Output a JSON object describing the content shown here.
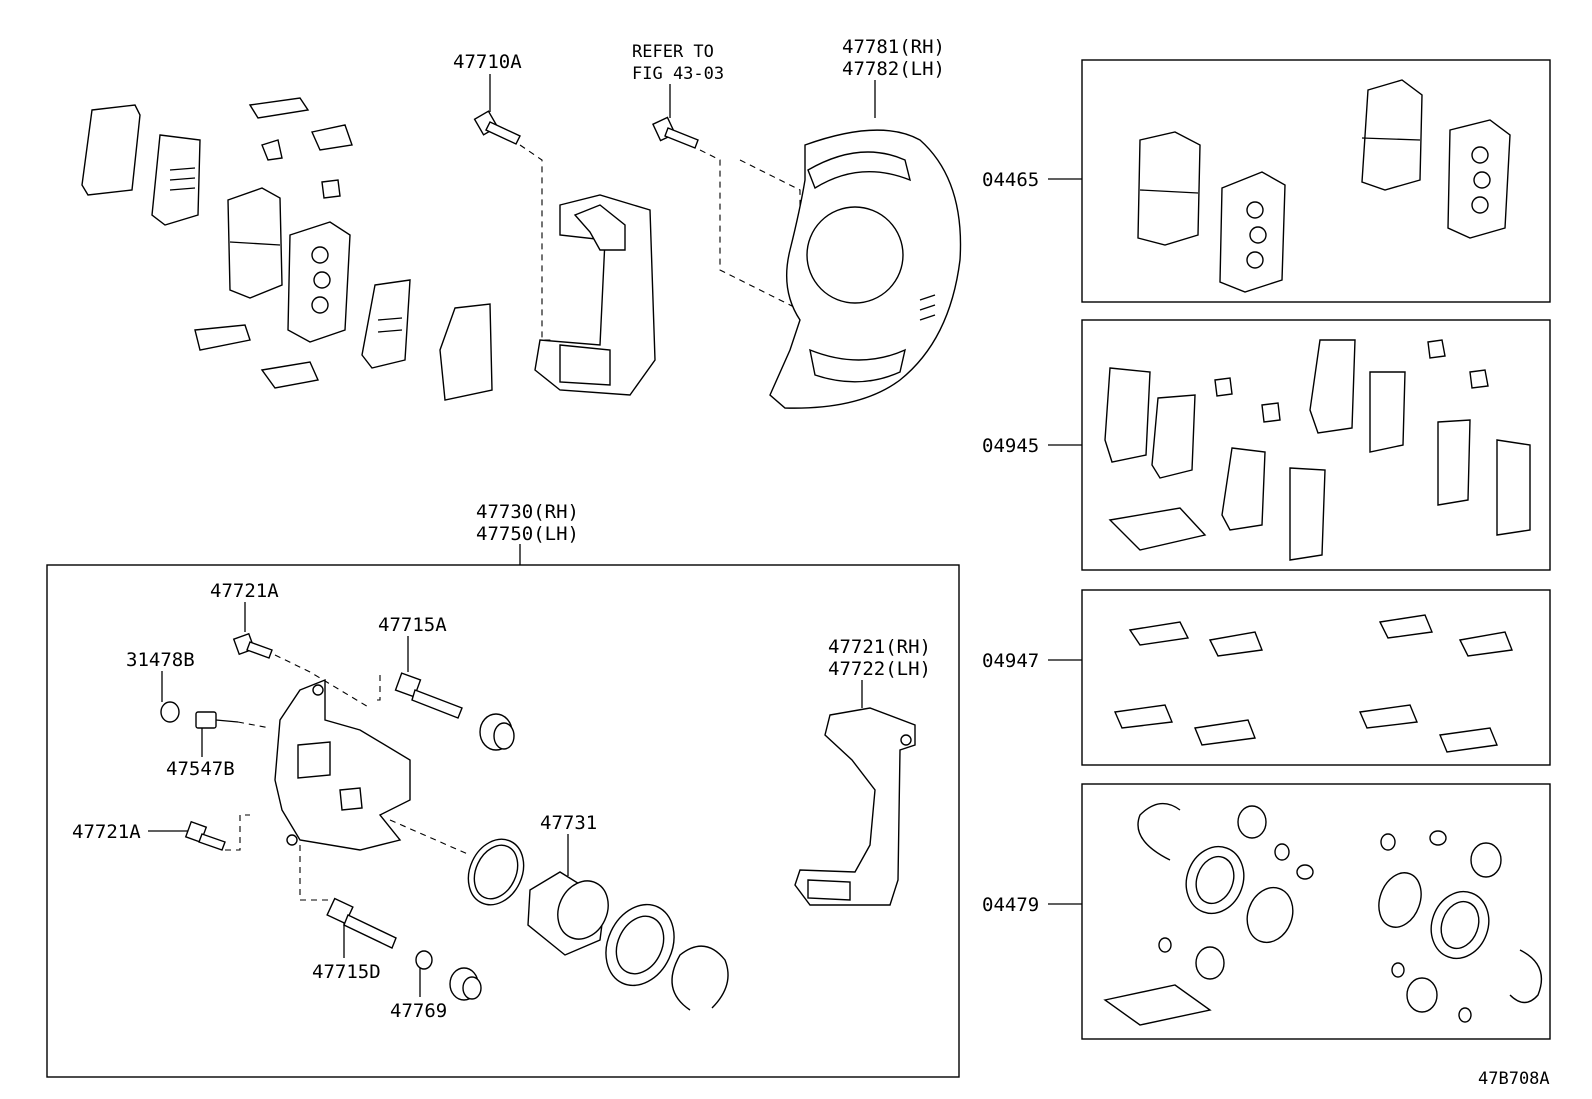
{
  "labels": {
    "l47710A": "47710A",
    "refer1": "REFER TO",
    "refer2": "FIG 43-03",
    "l47781": "47781(RH)",
    "l47782": "47782(LH)",
    "l47730": "47730(RH)",
    "l47750": "47750(LH)",
    "l47721A_top": "47721A",
    "l47715A": "47715A",
    "l31478B": "31478B",
    "l47547B": "47547B",
    "l47721A_left": "47721A",
    "l47731": "47731",
    "l47715D": "47715D",
    "l47769": "47769",
    "l47721": "47721(RH)",
    "l47722": "47722(LH)",
    "l04465": "04465",
    "l04945": "04945",
    "l04947": "04947",
    "l04479": "04479",
    "figure_code": "47B708A"
  }
}
